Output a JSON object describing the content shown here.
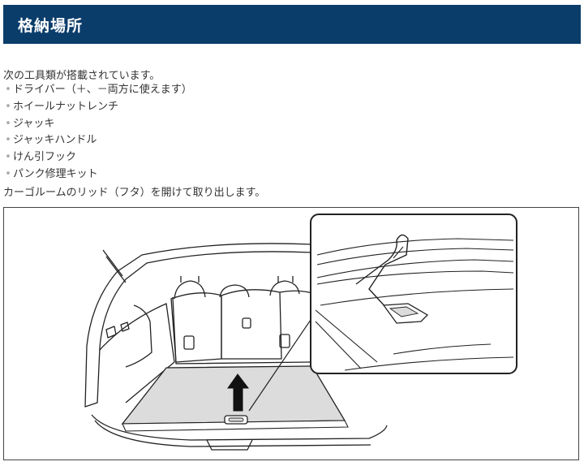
{
  "header": {
    "title": "格納場所"
  },
  "intro": "次の工具類が搭載されています。",
  "tools": [
    "ドライバー（＋、－両方に使えます）",
    "ホイールナットレンチ",
    "ジャッキ",
    "ジャッキハンドル",
    "けん引フック",
    "パンク修理キット"
  ],
  "bullet": "•",
  "outro": "カーゴルームのリッド（フタ）を開けて取り出します。",
  "colors": {
    "header_bg": "#0b3d6b",
    "header_text": "#ffffff",
    "lid_fill": "#dcdcdc"
  },
  "figure": {
    "arrow_icon": "up-arrow-icon",
    "lid_handle_icon": "lid-handle-icon"
  }
}
